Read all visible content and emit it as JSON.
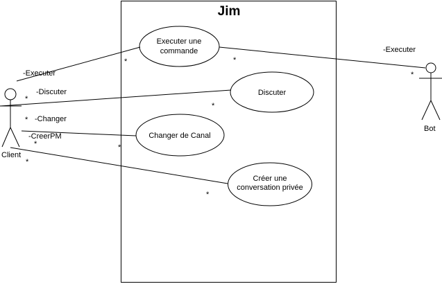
{
  "system": {
    "title": "Jim"
  },
  "actors": {
    "client": {
      "name": "Client"
    },
    "bot": {
      "name": "Bot"
    }
  },
  "use_cases": {
    "executer": {
      "line1": "Executer une",
      "line2": "commande"
    },
    "discuter": {
      "line1": "Discuter"
    },
    "canal": {
      "line1": "Changer de Canal"
    },
    "pm": {
      "line1": "Créer une",
      "line2": "conversation privée"
    }
  },
  "associations": {
    "client_executer": {
      "label": "-Executer",
      "actor_mult": "*",
      "uc_mult": "*"
    },
    "client_discuter": {
      "label": "-Discuter",
      "actor_mult": "*",
      "uc_mult": "*"
    },
    "client_canal": {
      "label": "-Changer",
      "actor_mult": "",
      "uc_mult": "*"
    },
    "client_pm": {
      "label": "-CreerPM",
      "actor_mult": "*",
      "uc_mult": "*"
    },
    "bot_executer": {
      "label": "-Executer",
      "actor_mult": "*",
      "uc_mult": "*"
    }
  }
}
